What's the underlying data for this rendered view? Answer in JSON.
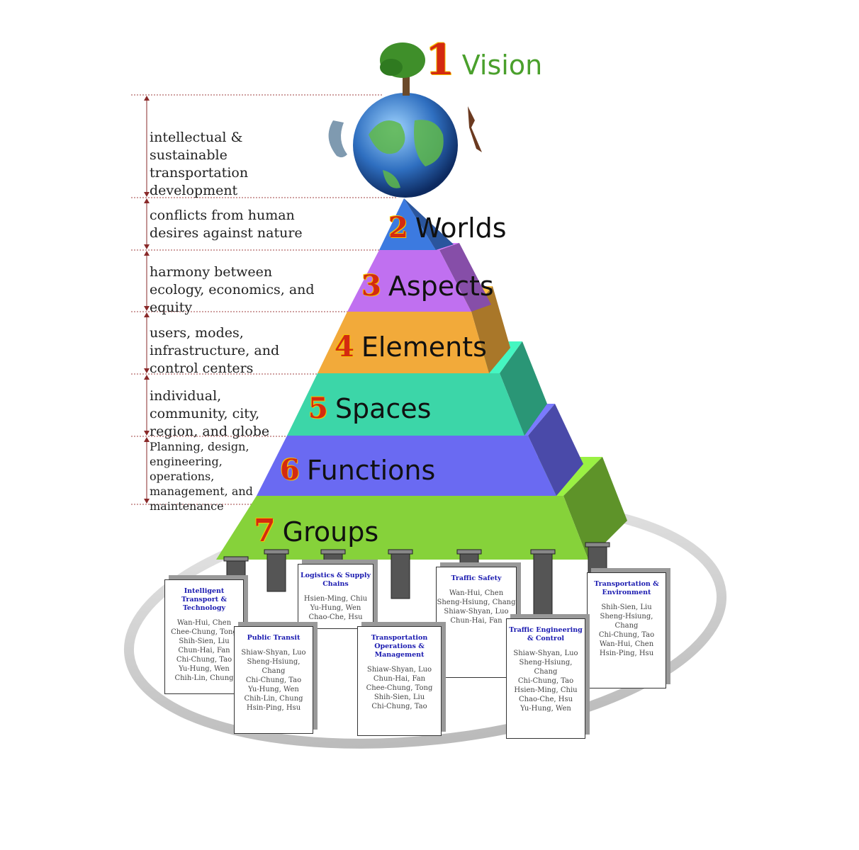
{
  "levels": [
    {
      "num": "1",
      "label": "Vision",
      "color": "#4aa02c"
    },
    {
      "num": "2",
      "label": "Worlds",
      "color": "#3c7ae0"
    },
    {
      "num": "3",
      "label": "Aspects",
      "color": "#c070f0"
    },
    {
      "num": "4",
      "label": "Elements",
      "color": "#f2aa3a"
    },
    {
      "num": "5",
      "label": "Spaces",
      "color": "#3cd6a8"
    },
    {
      "num": "6",
      "label": "Functions",
      "color": "#6a6af2"
    },
    {
      "num": "7",
      "label": "Groups",
      "color": "#86d23a"
    }
  ],
  "annotations": [
    "intellectual & sustainable transportation development",
    "conflicts from human desires against nature",
    "harmony between ecology, economics, and equity",
    "users, modes, infrastructure, and control centers",
    "individual, community, city, region, and globe",
    "Planning, design, engineering, operations, management, and maintenance"
  ],
  "groups": [
    {
      "title": "Intelligent Transport & Technology",
      "members": [
        "Wan-Hui, Chen",
        "Chee-Chung, Tong",
        "Shih-Sien, Liu",
        "Chun-Hai, Fan",
        "Chi-Chung, Tao",
        "Yu-Hung, Wen",
        "Chih-Lin, Chung"
      ]
    },
    {
      "title": "Logistics & Supply Chains",
      "members": [
        "Hsien-Ming, Chiu",
        "Yu-Hung, Wen",
        "Chao-Che, Hsu"
      ]
    },
    {
      "title": "Public Transit",
      "members": [
        "Shiaw-Shyan, Luo",
        "Sheng-Hsiung, Chang",
        "Chi-Chung, Tao",
        "Yu-Hung, Wen",
        "Chih-Lin, Chung",
        "Hsin-Ping, Hsu"
      ]
    },
    {
      "title": "Transportation Operations & Management",
      "members": [
        "Shiaw-Shyan, Luo",
        "Chun-Hai, Fan",
        "Chee-Chung, Tong",
        "Shih-Sien, Liu",
        "Chi-Chung, Tao"
      ]
    },
    {
      "title": "Traffic Safety",
      "members": [
        "Wan-Hui, Chen",
        "Sheng-Hsiung, Chang",
        "Shiaw-Shyan, Luo",
        "Chun-Hai, Fan"
      ]
    },
    {
      "title": "Traffic Engineering & Control",
      "members": [
        "Shiaw-Shyan, Luo",
        "Sheng-Hsiung, Chang",
        "Chi-Chung, Tao",
        "Hsien-Ming, Chiu",
        "Chao-Che, Hsu",
        "Yu-Hung, Wen"
      ]
    },
    {
      "title": "Transportation & Environment",
      "members": [
        "Shih-Sien, Liu",
        "Sheng-Hsiung, Chang",
        "Chi-Chung, Tao",
        "Wan-Hui, Chen",
        "Hsin-Ping, Hsu"
      ]
    }
  ]
}
